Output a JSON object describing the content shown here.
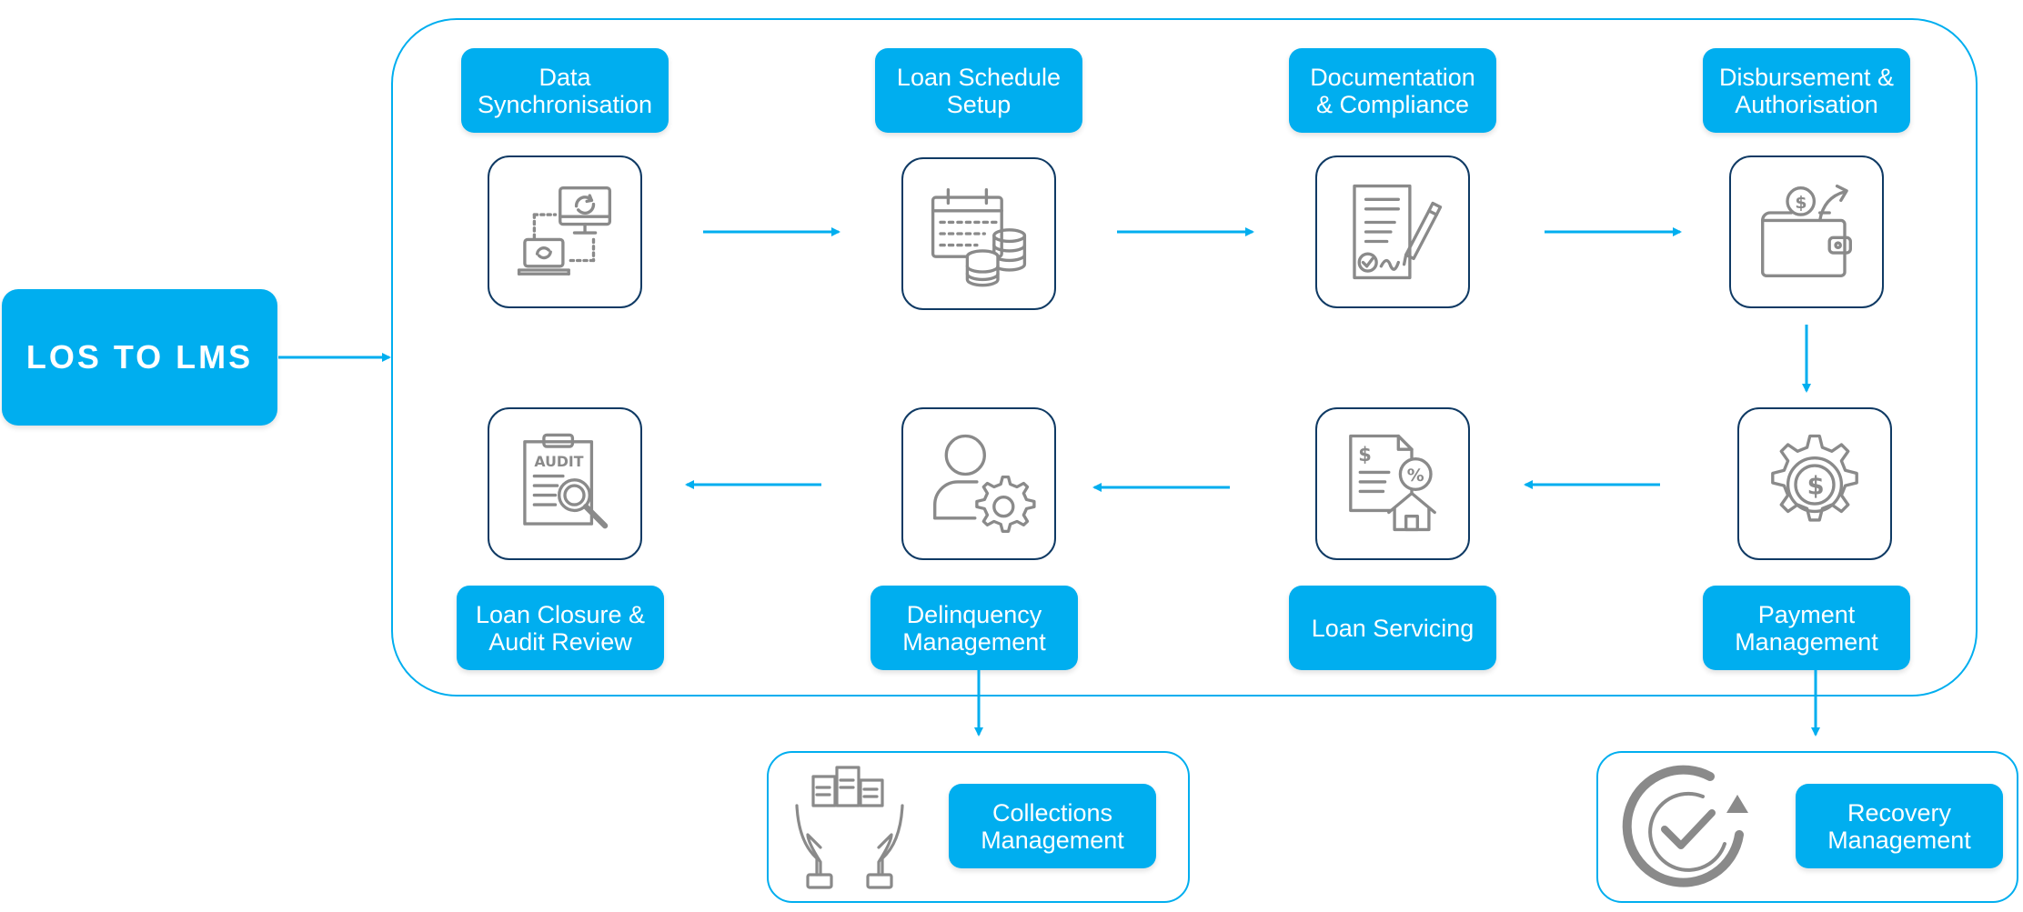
{
  "start": {
    "label": "LOS TO LMS"
  },
  "top_steps": [
    {
      "label": "Data\nSynchronisation",
      "icon": "data-sync-icon"
    },
    {
      "label": "Loan Schedule\nSetup",
      "icon": "calendar-coins-icon"
    },
    {
      "label": "Documentation\n& Compliance",
      "icon": "signed-document-icon"
    },
    {
      "label": "Disbursement &\nAuthorisation",
      "icon": "wallet-payout-icon"
    }
  ],
  "bottom_steps": [
    {
      "label": "Loan Closure &\nAudit Review",
      "icon": "audit-clipboard-icon"
    },
    {
      "label": "Delinquency\nManagement",
      "icon": "user-gear-icon"
    },
    {
      "label": "Loan Servicing",
      "icon": "loan-document-house-icon"
    },
    {
      "label": "Payment\nManagement",
      "icon": "dollar-gear-icon"
    }
  ],
  "branches": {
    "collections": {
      "label": "Collections\nManagement",
      "icon": "hands-documents-icon"
    },
    "recovery": {
      "label": "Recovery\nManagement",
      "icon": "circular-check-icon"
    }
  },
  "colors": {
    "accent": "#00aeef",
    "icon_border": "#0f3a64",
    "icon_stroke": "#8a8a8a"
  }
}
